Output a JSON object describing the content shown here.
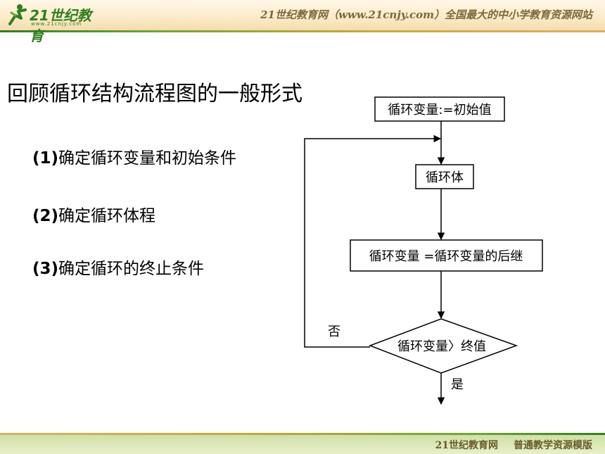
{
  "header": {
    "logo_text": "21世纪教育",
    "logo_sub": "www.21cnjy.com",
    "site_title": "21世纪教育网（www.21cnjy.com）全国最大的中小学教育资源网站"
  },
  "title": "回顾循环结构流程图的一般形式",
  "steps": [
    {
      "num": "(1)",
      "text": "确定循环变量和初始条件"
    },
    {
      "num": "(2)",
      "text": "确定循环体程"
    },
    {
      "num": "(3)",
      "text": "确定循环的终止条件"
    }
  ],
  "flowchart": {
    "init_box": "循环变量:=初始值",
    "body_box": "循环体",
    "update_box": "循环变量 =循环变量的后继",
    "decision": "循环变量〉终值",
    "no_label": "否",
    "yes_label": "是"
  },
  "footer": {
    "site": "21世纪教育网",
    "slogan": "普通教学资源模版"
  }
}
